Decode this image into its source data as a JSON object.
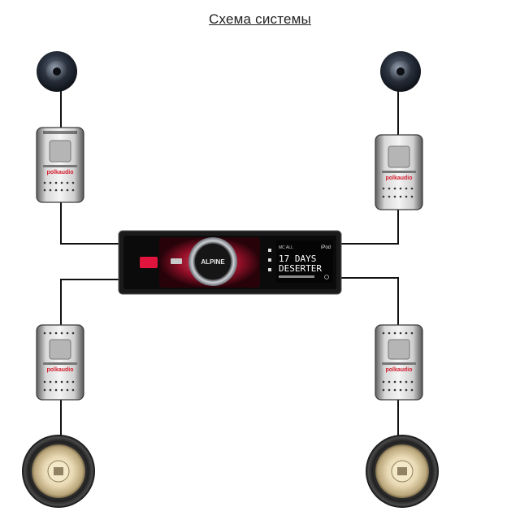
{
  "title": "Схема системы",
  "crossover_brand": "polkaudio",
  "head_unit": {
    "brand": "ALPINE",
    "source": "iPod",
    "display_line1": "17 DAYS",
    "display_line2": "DESERTER",
    "mode_badge": "MC ALL"
  },
  "colors": {
    "wire": "#111111",
    "accent_red": "#e0143c",
    "display_glow": "#ffffff",
    "unit_body": "#1a1a1a"
  },
  "components": [
    "tweeter-left",
    "tweeter-right",
    "crossover-front-left",
    "crossover-front-right",
    "crossover-rear-left",
    "crossover-rear-right",
    "woofer-left",
    "woofer-right",
    "head-unit"
  ]
}
